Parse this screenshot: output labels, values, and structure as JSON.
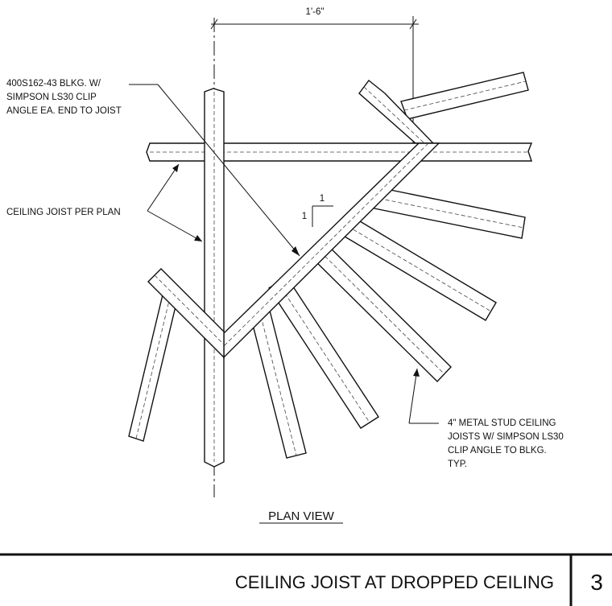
{
  "drawing": {
    "dimension_label": "1'-6\"",
    "callouts": {
      "blocking": [
        "400S162-43 BLKG. W/",
        "SIMPSON LS30 CLIP",
        "ANGLE EA. END TO JOIST"
      ],
      "ceiling_joist": "CEILING JOIST PER PLAN",
      "metal_stud": [
        "4\" METAL STUD CEILING",
        "JOISTS W/ SIMPSON LS30",
        "CLIP ANGLE TO BLKG.",
        "TYP."
      ]
    },
    "slope": {
      "rise": "1",
      "run": "1"
    },
    "view_title": "PLAN VIEW"
  },
  "title_block": {
    "title": "CEILING JOIST AT DROPPED CEILING",
    "detail_number": "3"
  }
}
